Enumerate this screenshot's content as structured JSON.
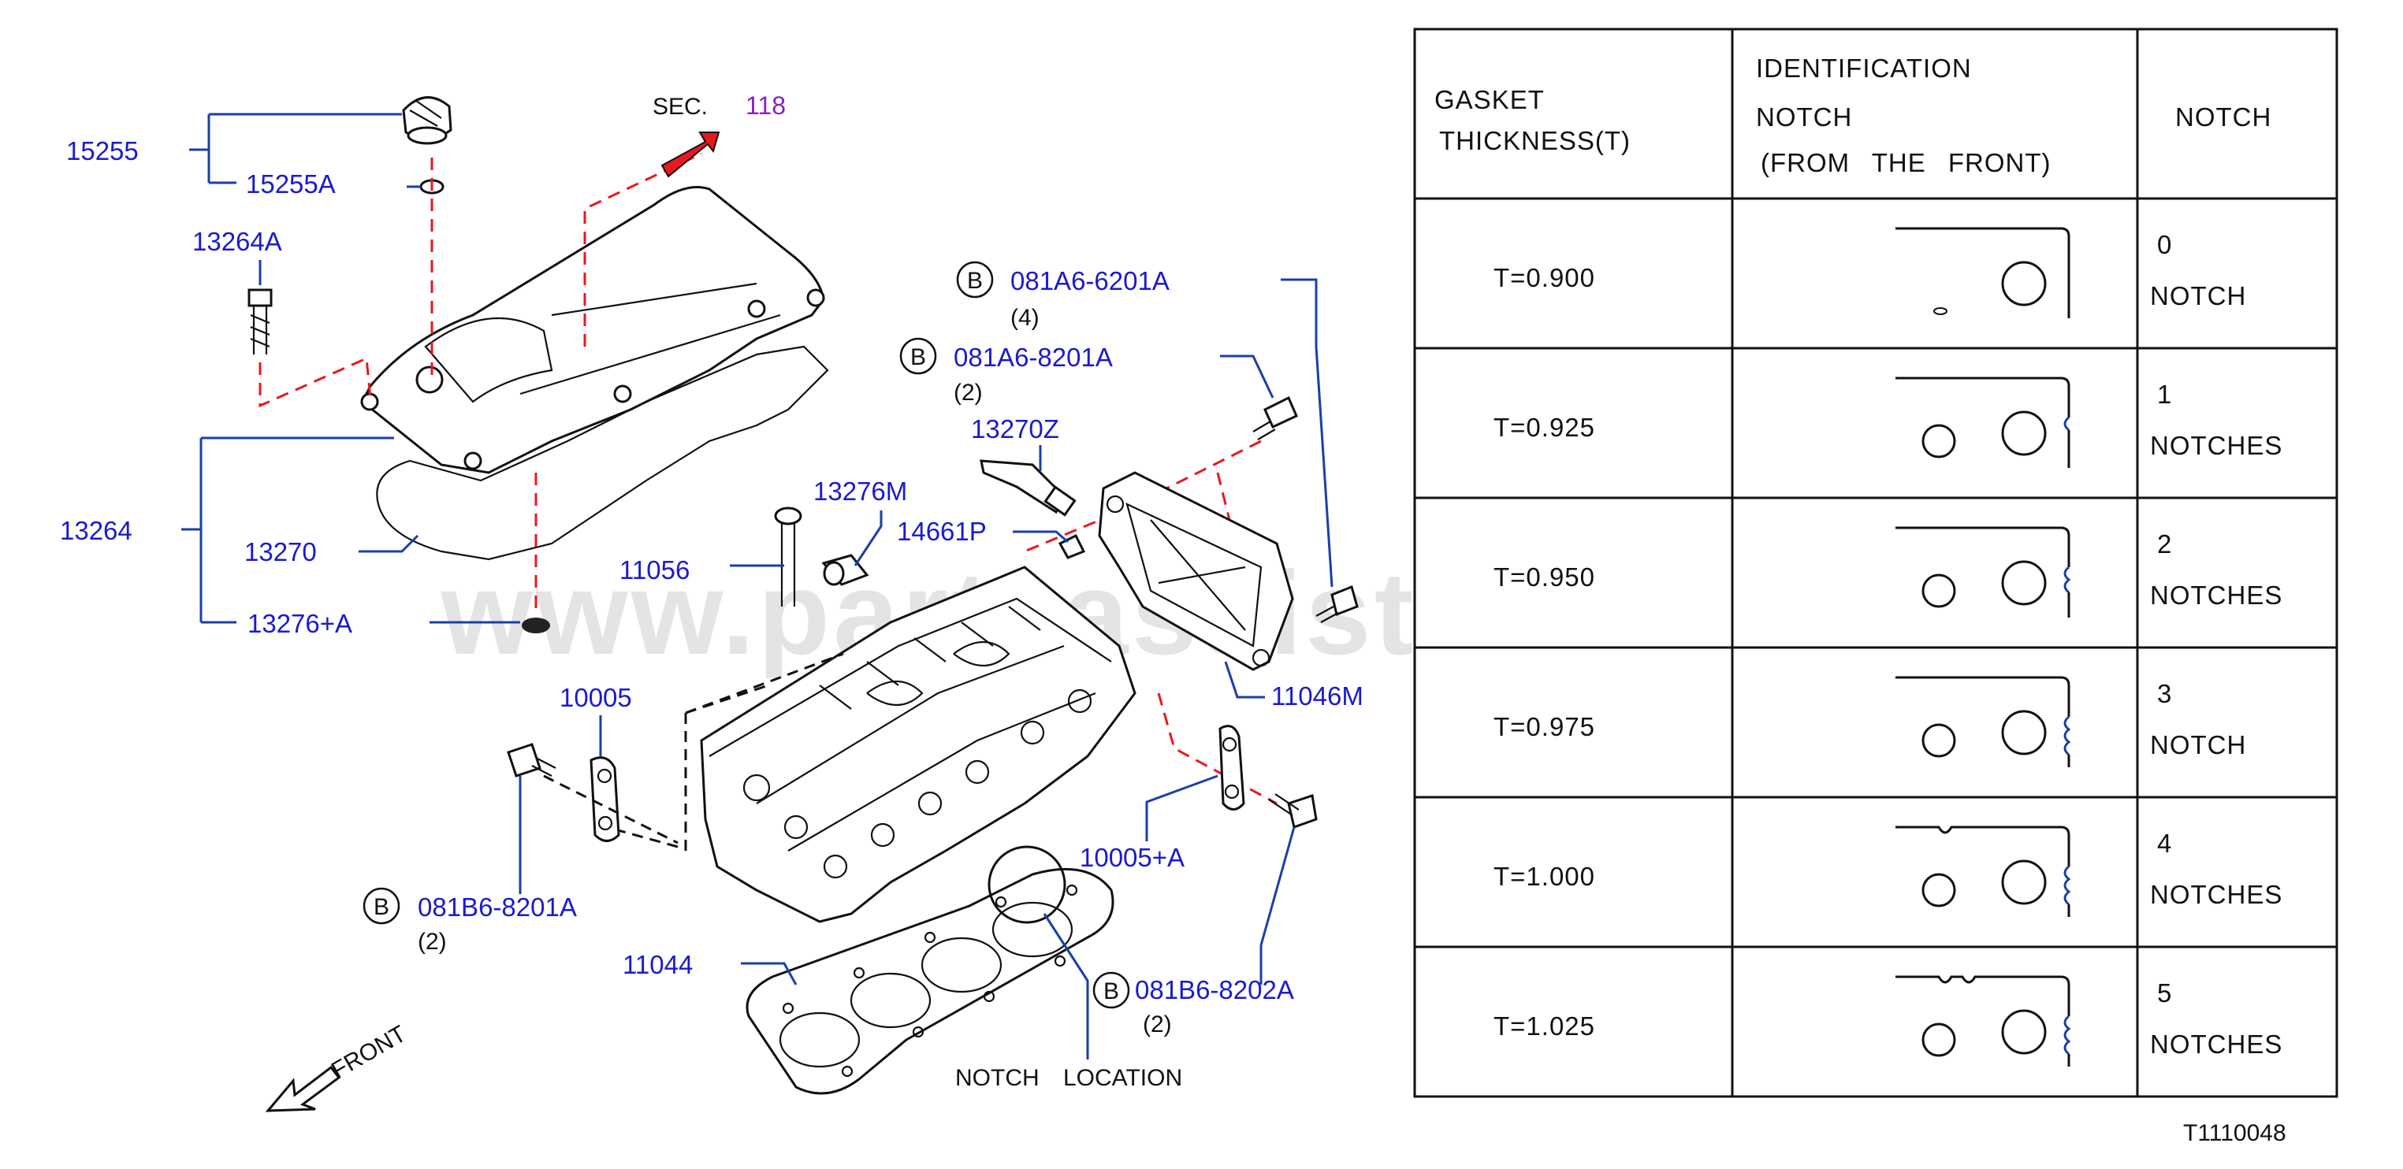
{
  "watermark": "www.partsassistant.com",
  "section_ref": {
    "prefix": "SEC.",
    "number": "118"
  },
  "figure_id": "T1110048",
  "front_label": "FRONT",
  "notch_location_label": "NOTCH LOCATION",
  "bolt_symbol": "B",
  "parts": {
    "p15255": "15255",
    "p15255A": "15255A",
    "p13264A": "13264A",
    "p13264": "13264",
    "p13270": "13270",
    "p13276A": "13276+A",
    "p11056": "11056",
    "p13276M": "13276M",
    "p14661P": "14661P",
    "p13270Z": "13270Z",
    "p11046M": "11046M",
    "p10005": "10005",
    "p10005A": "10005+A",
    "p11044": "11044",
    "b1": {
      "code": "081A6-6201A",
      "qty": "(4)"
    },
    "b2": {
      "code": "081A6-8201A",
      "qty": "(2)"
    },
    "b3": {
      "code": "081B6-8201A",
      "qty": "(2)"
    },
    "b4": {
      "code": "081B6-8202A",
      "qty": "(2)"
    }
  },
  "table": {
    "headers": {
      "col1": [
        "GASKET",
        "THICKNESS(T)"
      ],
      "col2": [
        "IDENTIFICATION",
        "NOTCH",
        "(FROM THE FRONT)"
      ],
      "col3": "NOTCH"
    },
    "rows": [
      {
        "thickness": "T=0.900",
        "notch_count_label": [
          "0",
          "NOTCH"
        ],
        "notches": 0
      },
      {
        "thickness": "T=0.925",
        "notch_count_label": [
          "1",
          "NOTCHES"
        ],
        "notches": 1
      },
      {
        "thickness": "T=0.950",
        "notch_count_label": [
          "2",
          "NOTCHES"
        ],
        "notches": 2
      },
      {
        "thickness": "T=0.975",
        "notch_count_label": [
          "3",
          "NOTCH"
        ],
        "notches": 3
      },
      {
        "thickness": "T=1.000",
        "notch_count_label": [
          "4",
          "NOTCHES"
        ],
        "notches": 4
      },
      {
        "thickness": "T=1.025",
        "notch_count_label": [
          "5",
          "NOTCHES"
        ],
        "notches": 5
      }
    ]
  },
  "colors": {
    "label": "#1a1ad0",
    "leader": "#1a3fa8",
    "dash": "#e8181c",
    "section_number": "#8a1fc8"
  }
}
